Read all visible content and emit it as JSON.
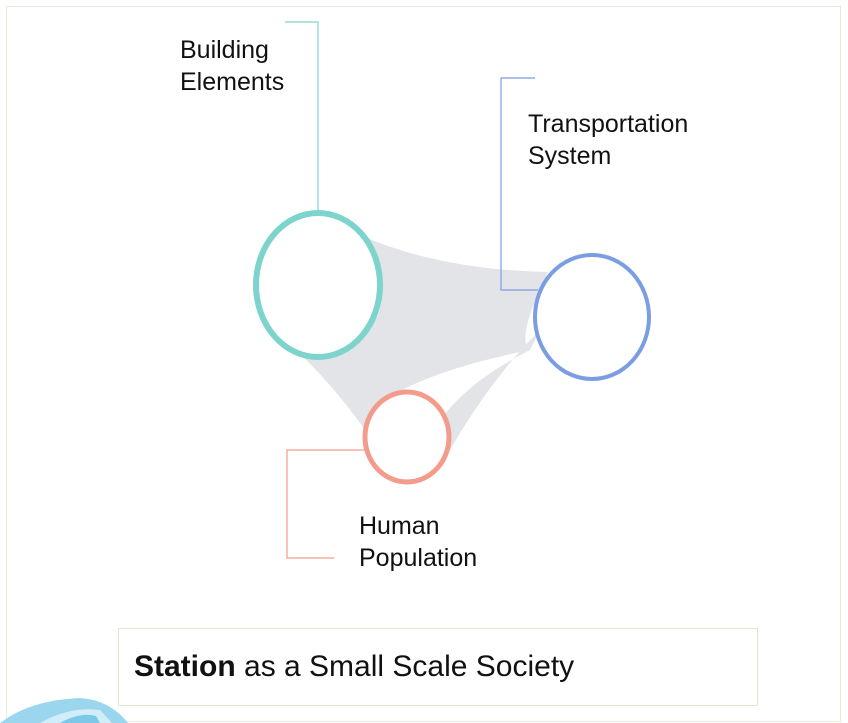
{
  "nodes": {
    "building": {
      "label_line1": "Building",
      "label_line2": "Elements",
      "color": "#7dd4cd"
    },
    "transport": {
      "label_line1": "Transportation",
      "label_line2": "System",
      "color": "#7b9ee2"
    },
    "population": {
      "label_line1": "Human",
      "label_line2": "Population",
      "color": "#f49c8c"
    }
  },
  "connector_fill": "#e2e4e7",
  "caption": {
    "bold": "Station",
    "rest": " as a Small Scale Society"
  },
  "decoration": {
    "color": "#9ad7ef"
  }
}
